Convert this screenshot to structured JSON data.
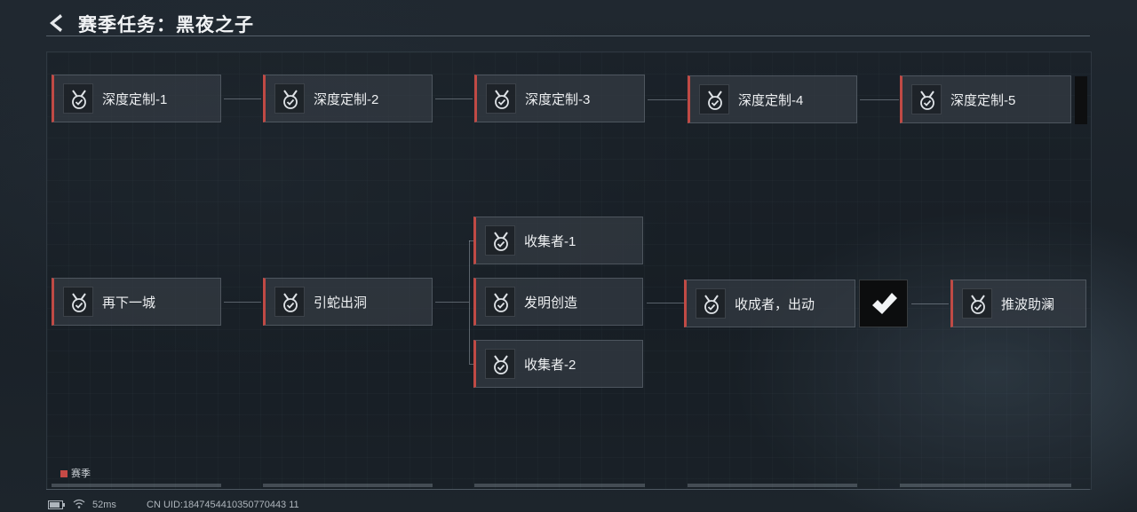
{
  "header": {
    "title": "赛季任务：黑夜之子"
  },
  "tasks_top": [
    {
      "label": "深度定制-1"
    },
    {
      "label": "深度定制-2"
    },
    {
      "label": "深度定制-3"
    },
    {
      "label": "深度定制-4"
    },
    {
      "label": "深度定制-5"
    }
  ],
  "tasks_bottom": {
    "t1": "再下一城",
    "t2": "引蛇出洞",
    "branch_top": "收集者-1",
    "branch_mid": "发明创造",
    "branch_bottom": "收集者-2",
    "t6": "收成者，出动",
    "t7": "推波助澜"
  },
  "legend": {
    "label": "赛季",
    "color": "#c64a46"
  },
  "status_bar": {
    "ping": "52ms",
    "uid": "CN UID:1847454410350770443 11"
  },
  "colors": {
    "accent": "#c04a45",
    "background": "#1c232a"
  }
}
